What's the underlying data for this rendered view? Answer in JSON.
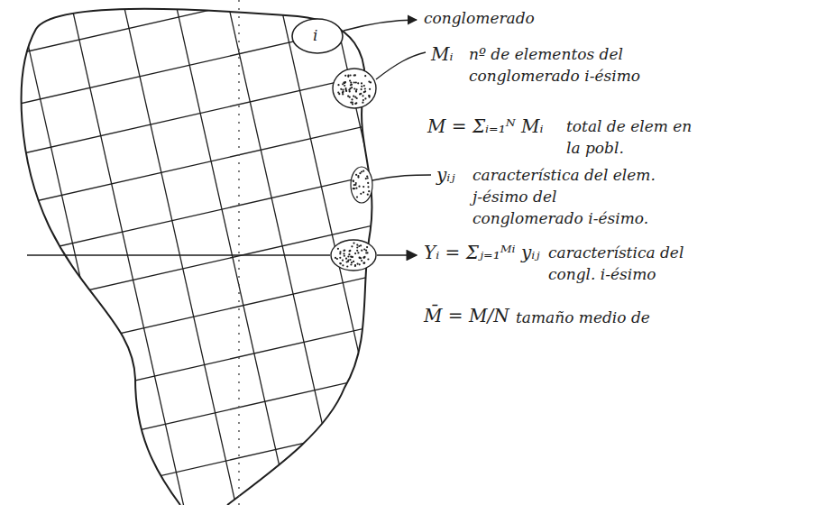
{
  "diagram": {
    "labels": [
      "conglomerado",
      "i",
      "Mᵢ",
      "nº de elementos del conglomerado i-ésimo",
      "M = Σᵢ₌₁ᴺ Mᵢ",
      "total de elem en la pobl.",
      "yᵢⱼ",
      "característica del elem. j-ésimo del conglomerado i-ésimo.",
      "Yᵢ = Σⱼ₌₁ᴹⁱ yᵢⱼ",
      "característica del congl. i-ésimo",
      "M̄ = M/N",
      "tamaño medio de"
    ]
  }
}
